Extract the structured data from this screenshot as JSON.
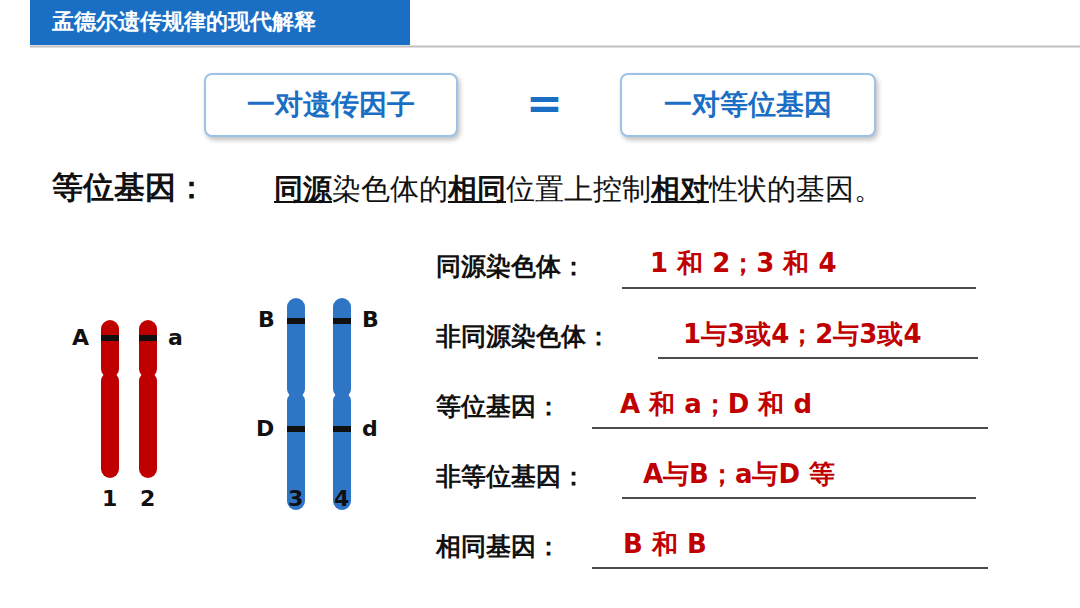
{
  "diagram": {
    "title": "孟德尔遗传规律的现代解释",
    "nodes": [
      {
        "text": [
          "一对遗传因子"
        ]
      },
      {
        "text": [
          "一对等位基因"
        ]
      }
    ],
    "labels": [
      "=",
      "等位基因：",
      "同源",
      "染色体的",
      "相同",
      "位置上控制",
      "相对",
      "性状的基因。",
      "A",
      "a",
      "B",
      "B",
      "D",
      "d",
      "1",
      "2",
      "3",
      "4",
      "同源染色体：",
      "1 和 2；3 和 4",
      "非同源染色体：",
      "1与3或4；2与3或4",
      "等位基因：",
      "A 和 a；D 和 d",
      "非等位基因：",
      "A与B；a与D 等",
      "相同基因：",
      "B 和 B"
    ]
  }
}
